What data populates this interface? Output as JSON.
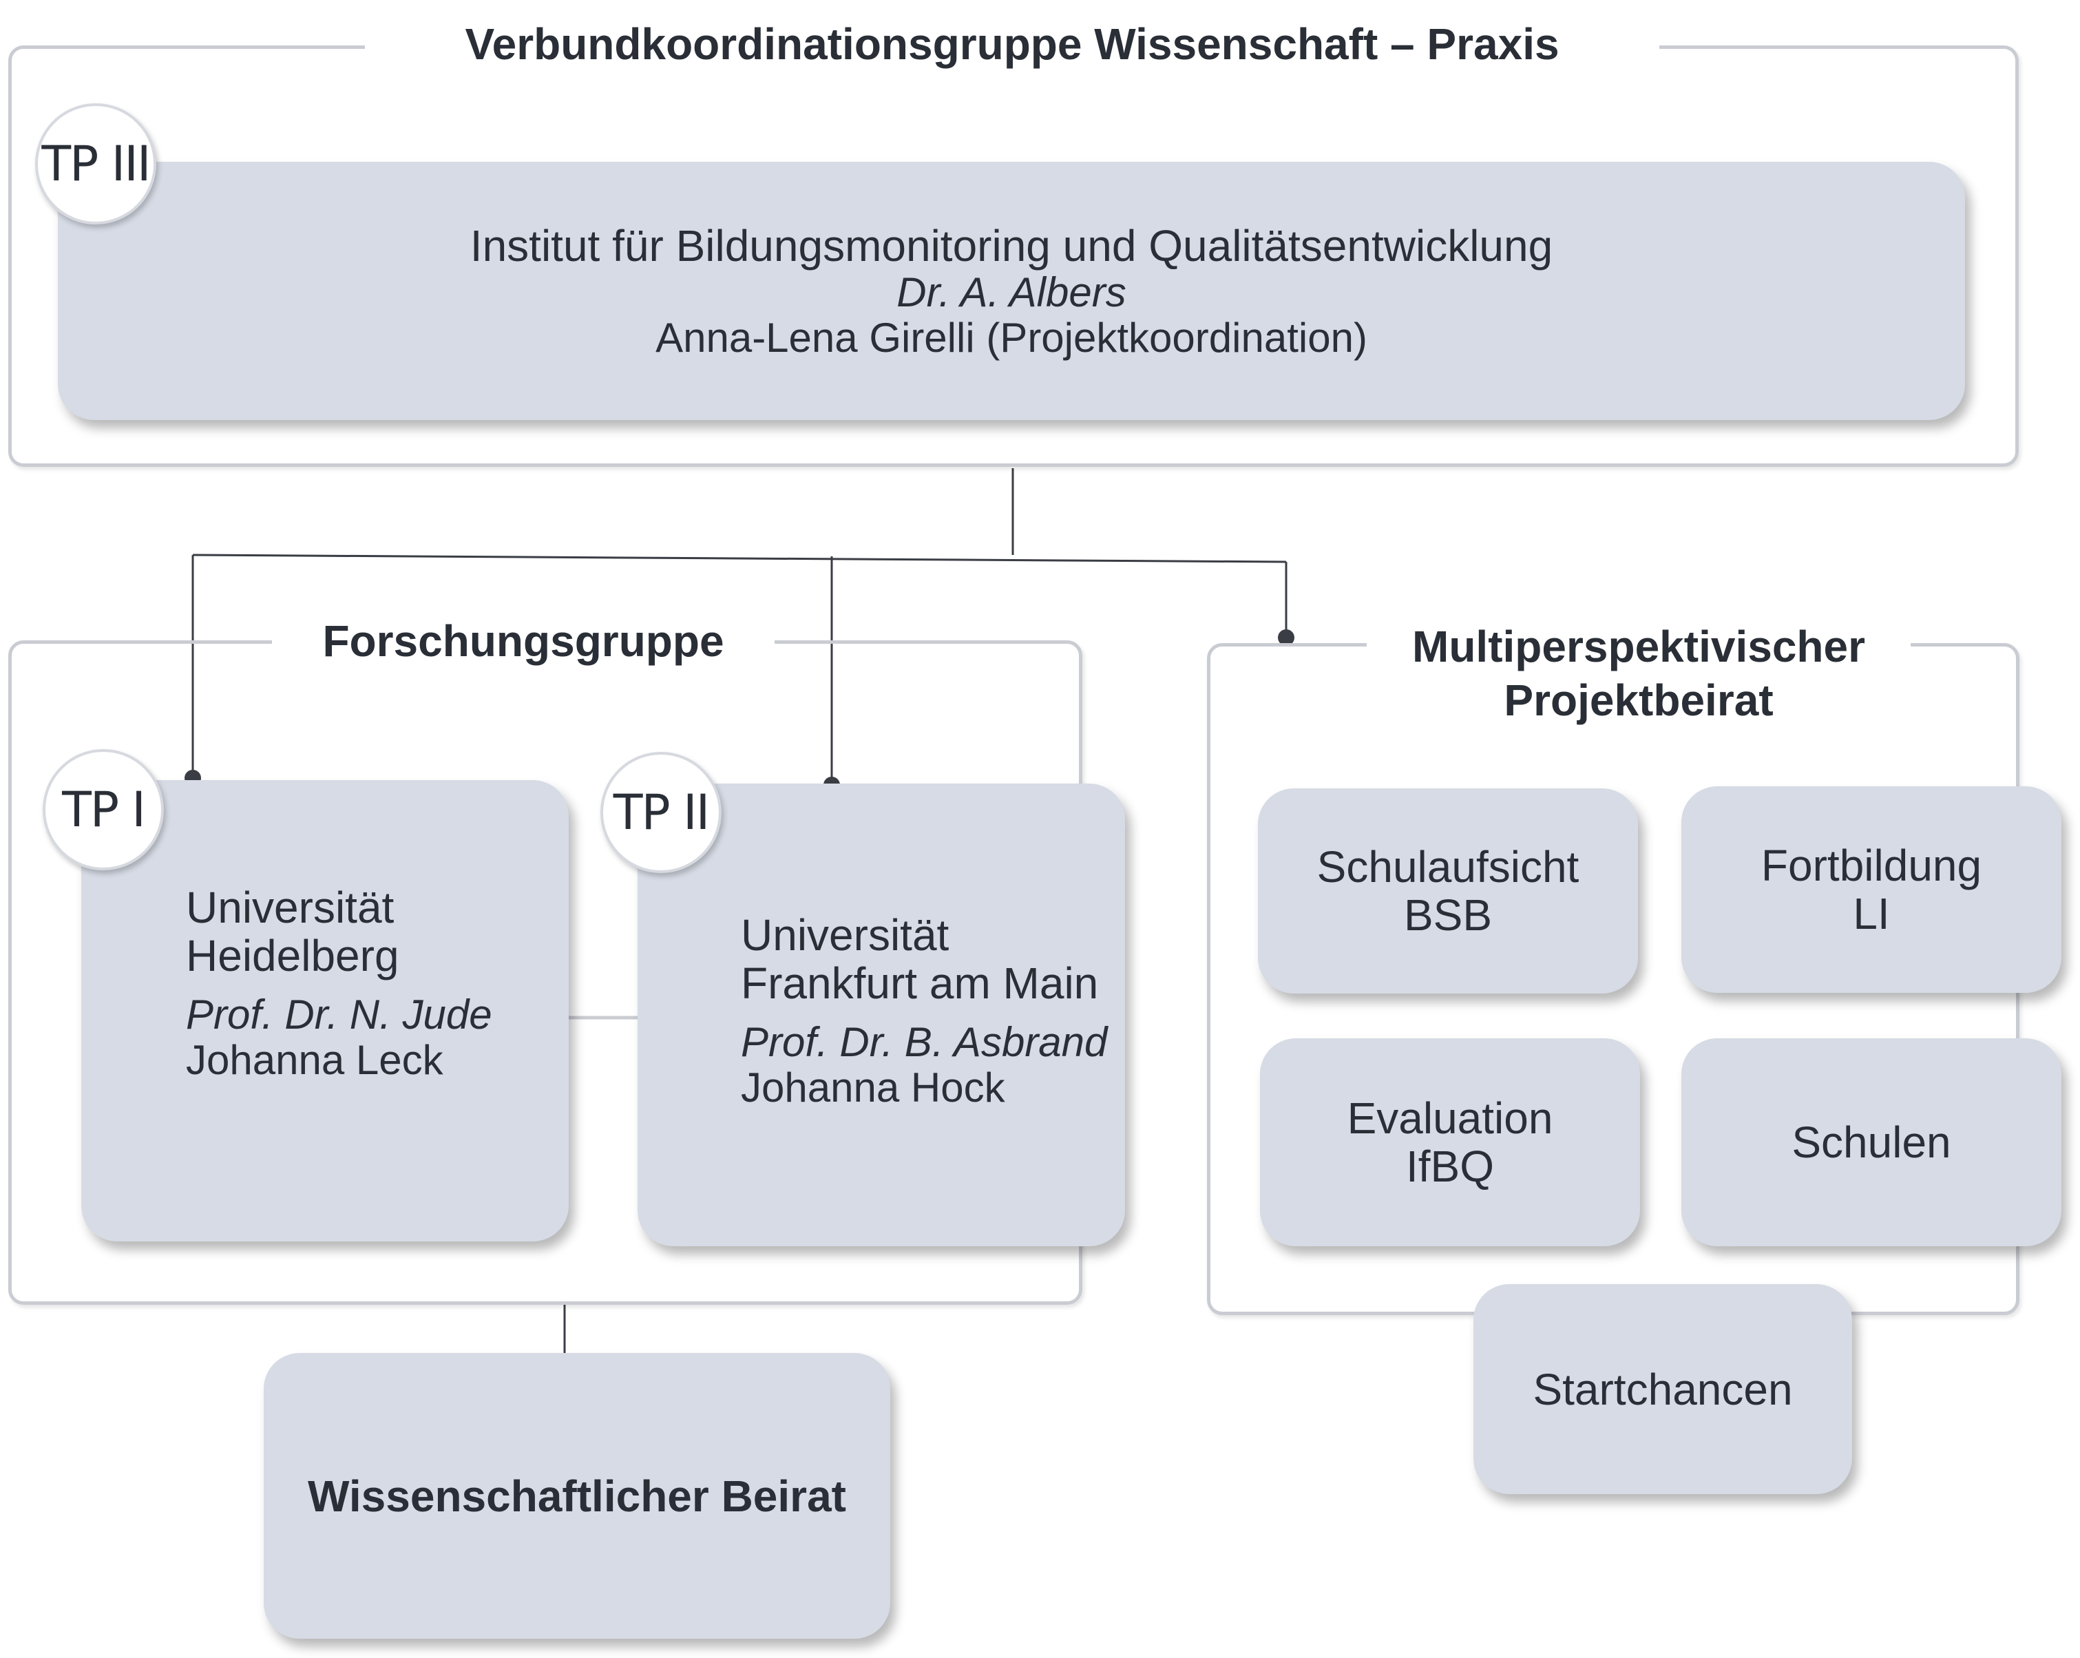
{
  "verbund": {
    "title": "Verbundkoordinationsgruppe Wissenschaft – Praxis",
    "badge": "TP III",
    "institute": "Institut für Bildungsmonitoring und Qualitätsentwicklung",
    "lead": "Dr. A. Albers",
    "coordinator": "Anna-Lena Girelli (Projektkoordination)"
  },
  "forschung": {
    "title": "Forschungsgruppe",
    "tp1": {
      "badge": "TP I",
      "uni_line1": "Universität",
      "uni_line2": "Heidelberg",
      "lead": "Prof. Dr. N. Jude",
      "member": "Johanna Leck"
    },
    "tp2": {
      "badge": "TP II",
      "uni_line1": "Universität",
      "uni_line2": "Frankfurt am Main",
      "lead": "Prof. Dr. B. Asbrand",
      "member": "Johanna Hock"
    }
  },
  "beirat": {
    "title_line1": "Multiperspektivischer",
    "title_line2": "Projektbeirat",
    "schulaufsicht_line1": "Schulaufsicht",
    "schulaufsicht_line2": "BSB",
    "fortbildung_line1": "Fortbildung",
    "fortbildung_line2": "LI",
    "evaluation_line1": "Evaluation",
    "evaluation_line2": "IfBQ",
    "schulen": "Schulen",
    "startchancen": "Startchancen"
  },
  "wissenschaftlicher_beirat": "Wissenschaftlicher Beirat",
  "colors": {
    "card_fill": "#d6dbe5",
    "frame_stroke": "#c9ccd2",
    "connector": "#3a3d44",
    "text": "#2a2e36"
  }
}
